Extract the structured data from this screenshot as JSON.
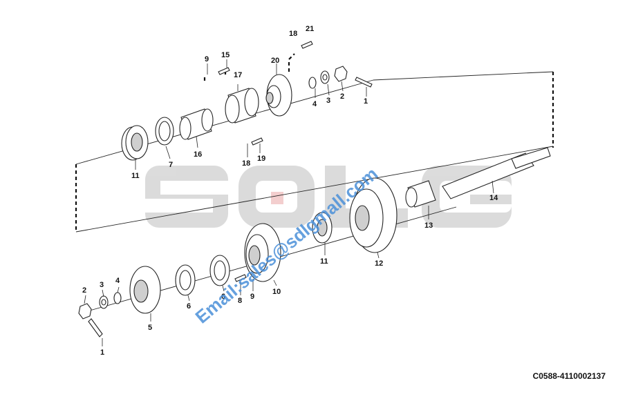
{
  "diagram": {
    "drawing_code": "C0588-4110002137",
    "watermark_logo": "SDLG",
    "watermark_email": "Email:sales@sdlgmall.com",
    "watermark_color": "#4a8fd8",
    "logo_color": "#d8d8d8",
    "logo_accent_color": "#f2c9c9",
    "callouts": {
      "c1a": "1",
      "c2a": "2",
      "c3a": "3",
      "c4a": "4",
      "c5": "5",
      "c6a": "6",
      "c6b": "6",
      "c7": "7",
      "c8": "8",
      "c9a": "9",
      "c9b": "9",
      "c10": "10",
      "c11a": "11",
      "c11b": "11",
      "c12": "12",
      "c13": "13",
      "c14": "14",
      "c15": "15",
      "c16": "16",
      "c17": "17",
      "c18a": "18",
      "c18b": "18",
      "c19": "19",
      "c20": "20",
      "c21": "21",
      "c1b": "1",
      "c2b": "2",
      "c3b": "3",
      "c4b": "4"
    }
  }
}
